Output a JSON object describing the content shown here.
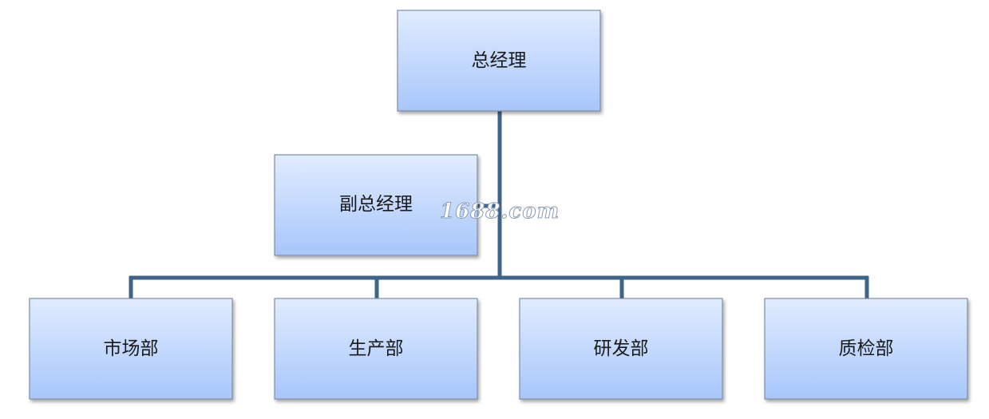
{
  "org": {
    "root": {
      "label": "总经理"
    },
    "assistant": {
      "label": "副总经理"
    },
    "departments": [
      {
        "label": "市场部"
      },
      {
        "label": "生产部"
      },
      {
        "label": "研发部"
      },
      {
        "label": "质检部"
      }
    ]
  },
  "watermark": {
    "text": "1688.com"
  },
  "colors": {
    "connector": "#3f6389",
    "box_top": "#e0ecff",
    "box_bottom": "#a8c6fb",
    "box_border": "#7e8ea0"
  }
}
